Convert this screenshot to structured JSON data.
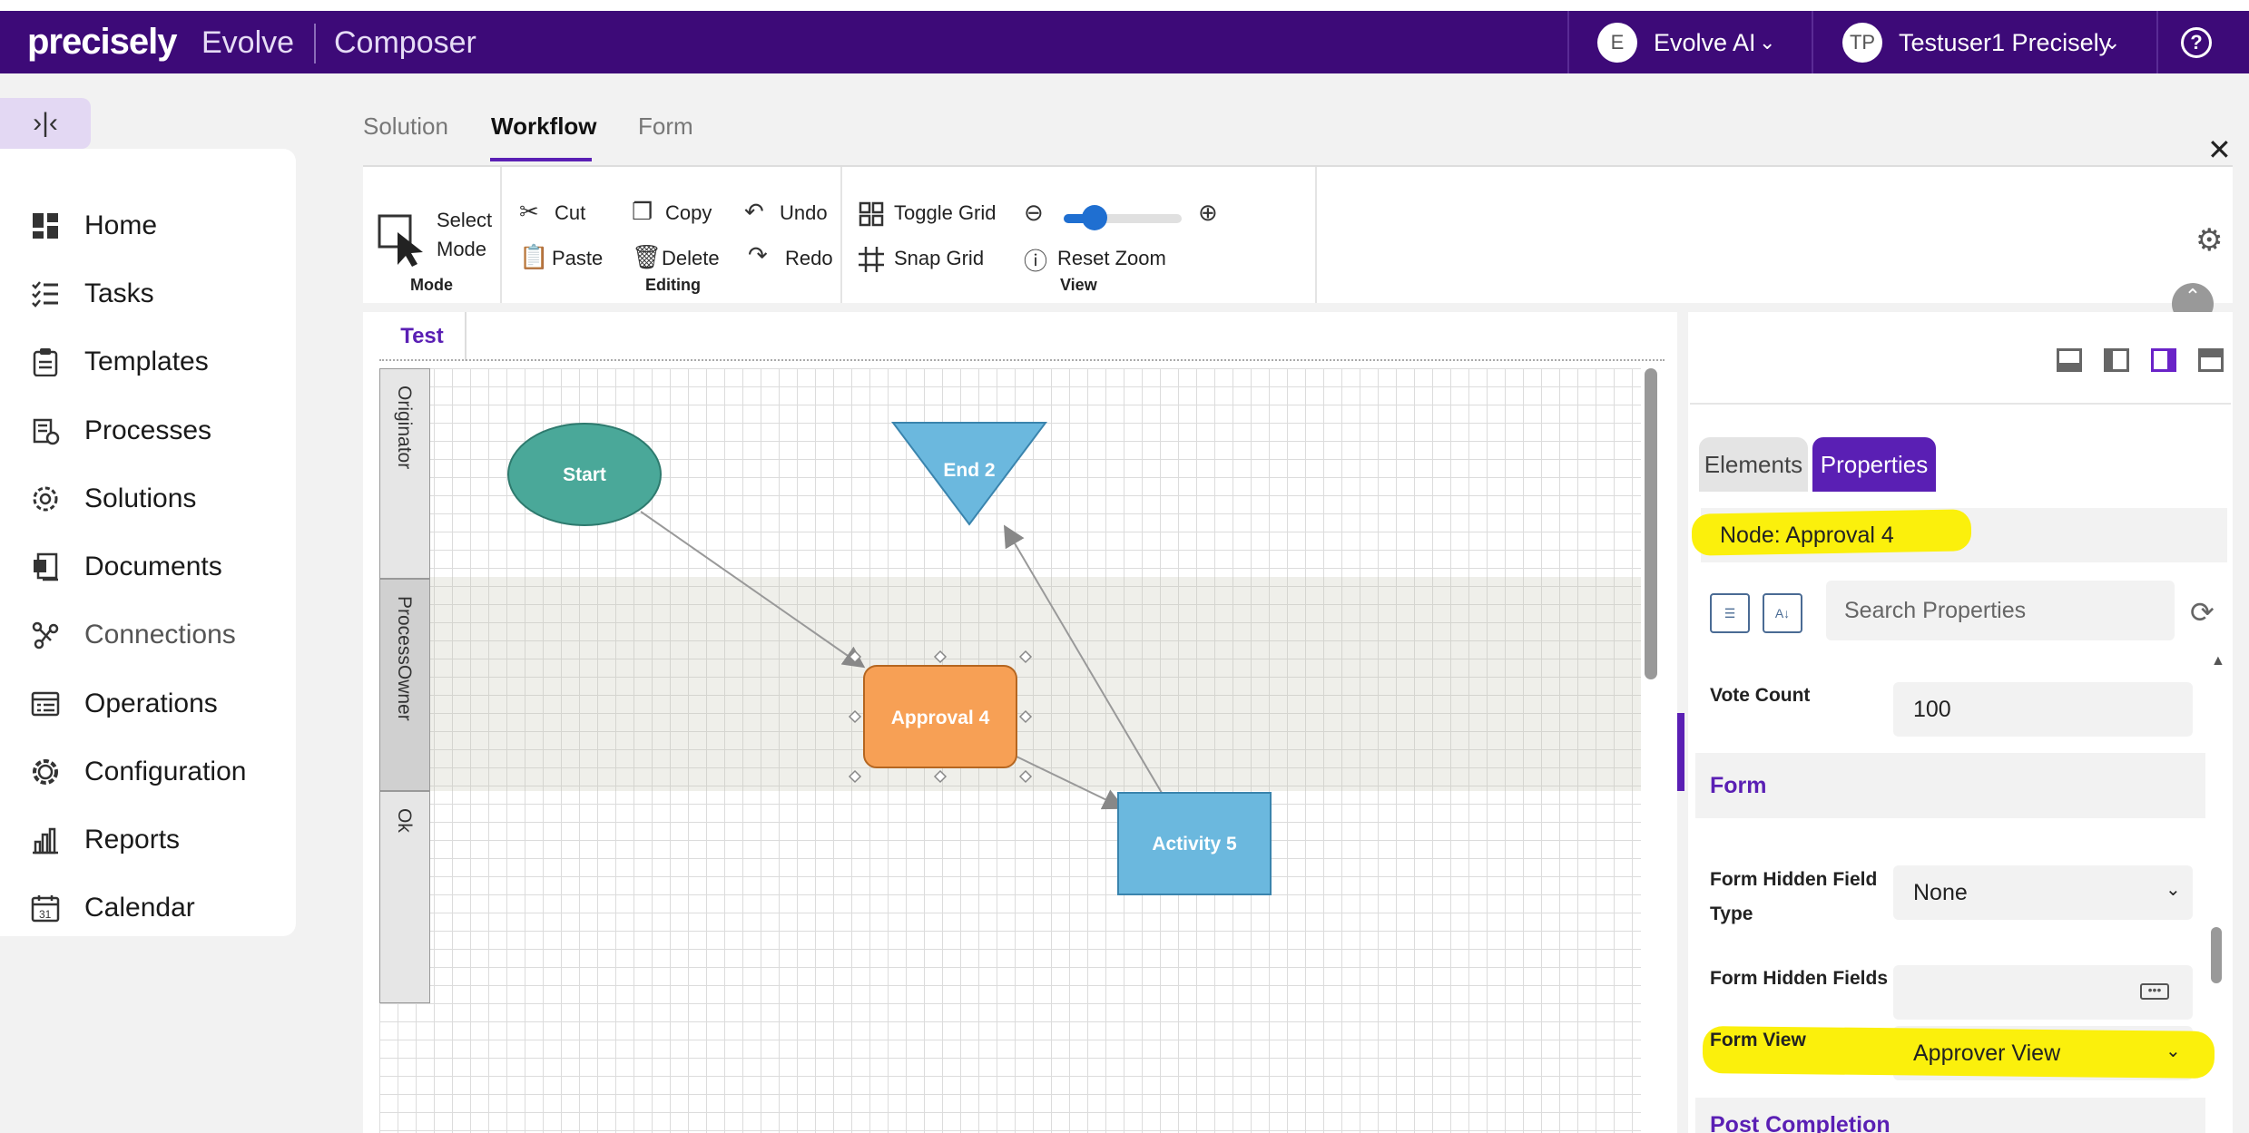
{
  "topbar": {
    "logo": "precisely",
    "app_name": "Evolve",
    "app_section": "Composer",
    "ai_avatar": "E",
    "ai_label": "Evolve AI",
    "user_avatar": "TP",
    "user_label": "Testuser1 Precisely",
    "help": "?"
  },
  "sidebar": {
    "items": [
      {
        "label": "Home",
        "icon": "dashboard-icon"
      },
      {
        "label": "Tasks",
        "icon": "checklist-icon"
      },
      {
        "label": "Templates",
        "icon": "clipboard-icon"
      },
      {
        "label": "Processes",
        "icon": "process-icon"
      },
      {
        "label": "Solutions",
        "icon": "gear-badge-icon"
      },
      {
        "label": "Documents",
        "icon": "documents-icon"
      },
      {
        "label": "Connections",
        "icon": "connections-icon"
      },
      {
        "label": "Operations",
        "icon": "operations-icon"
      },
      {
        "label": "Configuration",
        "icon": "cog-icon"
      },
      {
        "label": "Reports",
        "icon": "bar-chart-icon"
      },
      {
        "label": "Calendar",
        "icon": "calendar-icon"
      }
    ]
  },
  "tabs": {
    "solution": "Solution",
    "workflow": "Workflow",
    "form": "Form"
  },
  "toolbar": {
    "select": "Select",
    "mode_word": "Mode",
    "mode_group": "Mode",
    "cut": "Cut",
    "copy": "Copy",
    "undo": "Undo",
    "paste": "Paste",
    "delete": "Delete",
    "redo": "Redo",
    "editing_group": "Editing",
    "toggle_grid": "Toggle Grid",
    "snap_grid": "Snap Grid",
    "reset_zoom": "Reset Zoom",
    "view_group": "View",
    "zoom_level": 0.2
  },
  "canvas": {
    "tab": "Test",
    "lanes": [
      "Originator",
      "ProcessOwner",
      "Ok"
    ],
    "nodes": {
      "start": "Start",
      "end": "End 2",
      "approval": "Approval 4",
      "activity": "Activity 5"
    },
    "colors": {
      "start": "#4aa899",
      "end": "#6bb8de",
      "approval": "#f7a055",
      "activity": "#6bb8de"
    }
  },
  "panel": {
    "tab_elements": "Elements",
    "tab_properties": "Properties",
    "node_title": "Node: Approval 4",
    "search_placeholder": "Search Properties",
    "vote_count_label": "Vote Count",
    "vote_count_value": "100",
    "form_section": "Form",
    "hidden_type_label_1": "Form Hidden Field",
    "hidden_type_label_2": "Type",
    "hidden_type_value": "None",
    "hidden_fields_label": "Form Hidden Fields",
    "form_view_label": "Form View",
    "form_view_value": "Approver View",
    "post_completion": "Post Completion"
  }
}
